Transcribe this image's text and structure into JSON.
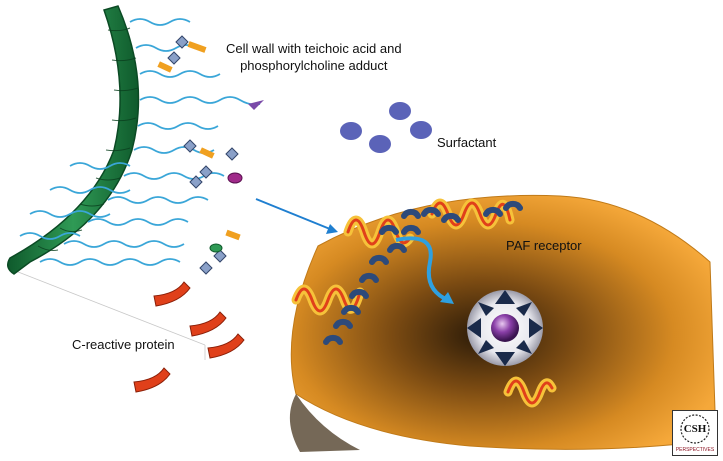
{
  "labels": {
    "cell_wall_line1": "Cell wall with teichoic acid and",
    "cell_wall_line2": "phosphorylcholine adduct",
    "surfactant": "Surfactant",
    "paf_receptor": "PAF receptor",
    "c_reactive_protein": "C-reactive protein"
  },
  "logo": {
    "top": "CSH",
    "bottom": "PERSPECTIVES"
  },
  "colors": {
    "bacterial_wall": "#1e7f45",
    "teichoic_chain": "#3aa6d8",
    "surfactant": "#5b63b8",
    "crp": "#e0401a",
    "host_cell": "#f2a22a",
    "paf_receptor": "#f08c1e",
    "receptor_ligand": "#2d4a7a",
    "arrow": "#1f7fd0",
    "nucleus": "#7b3f9a"
  }
}
